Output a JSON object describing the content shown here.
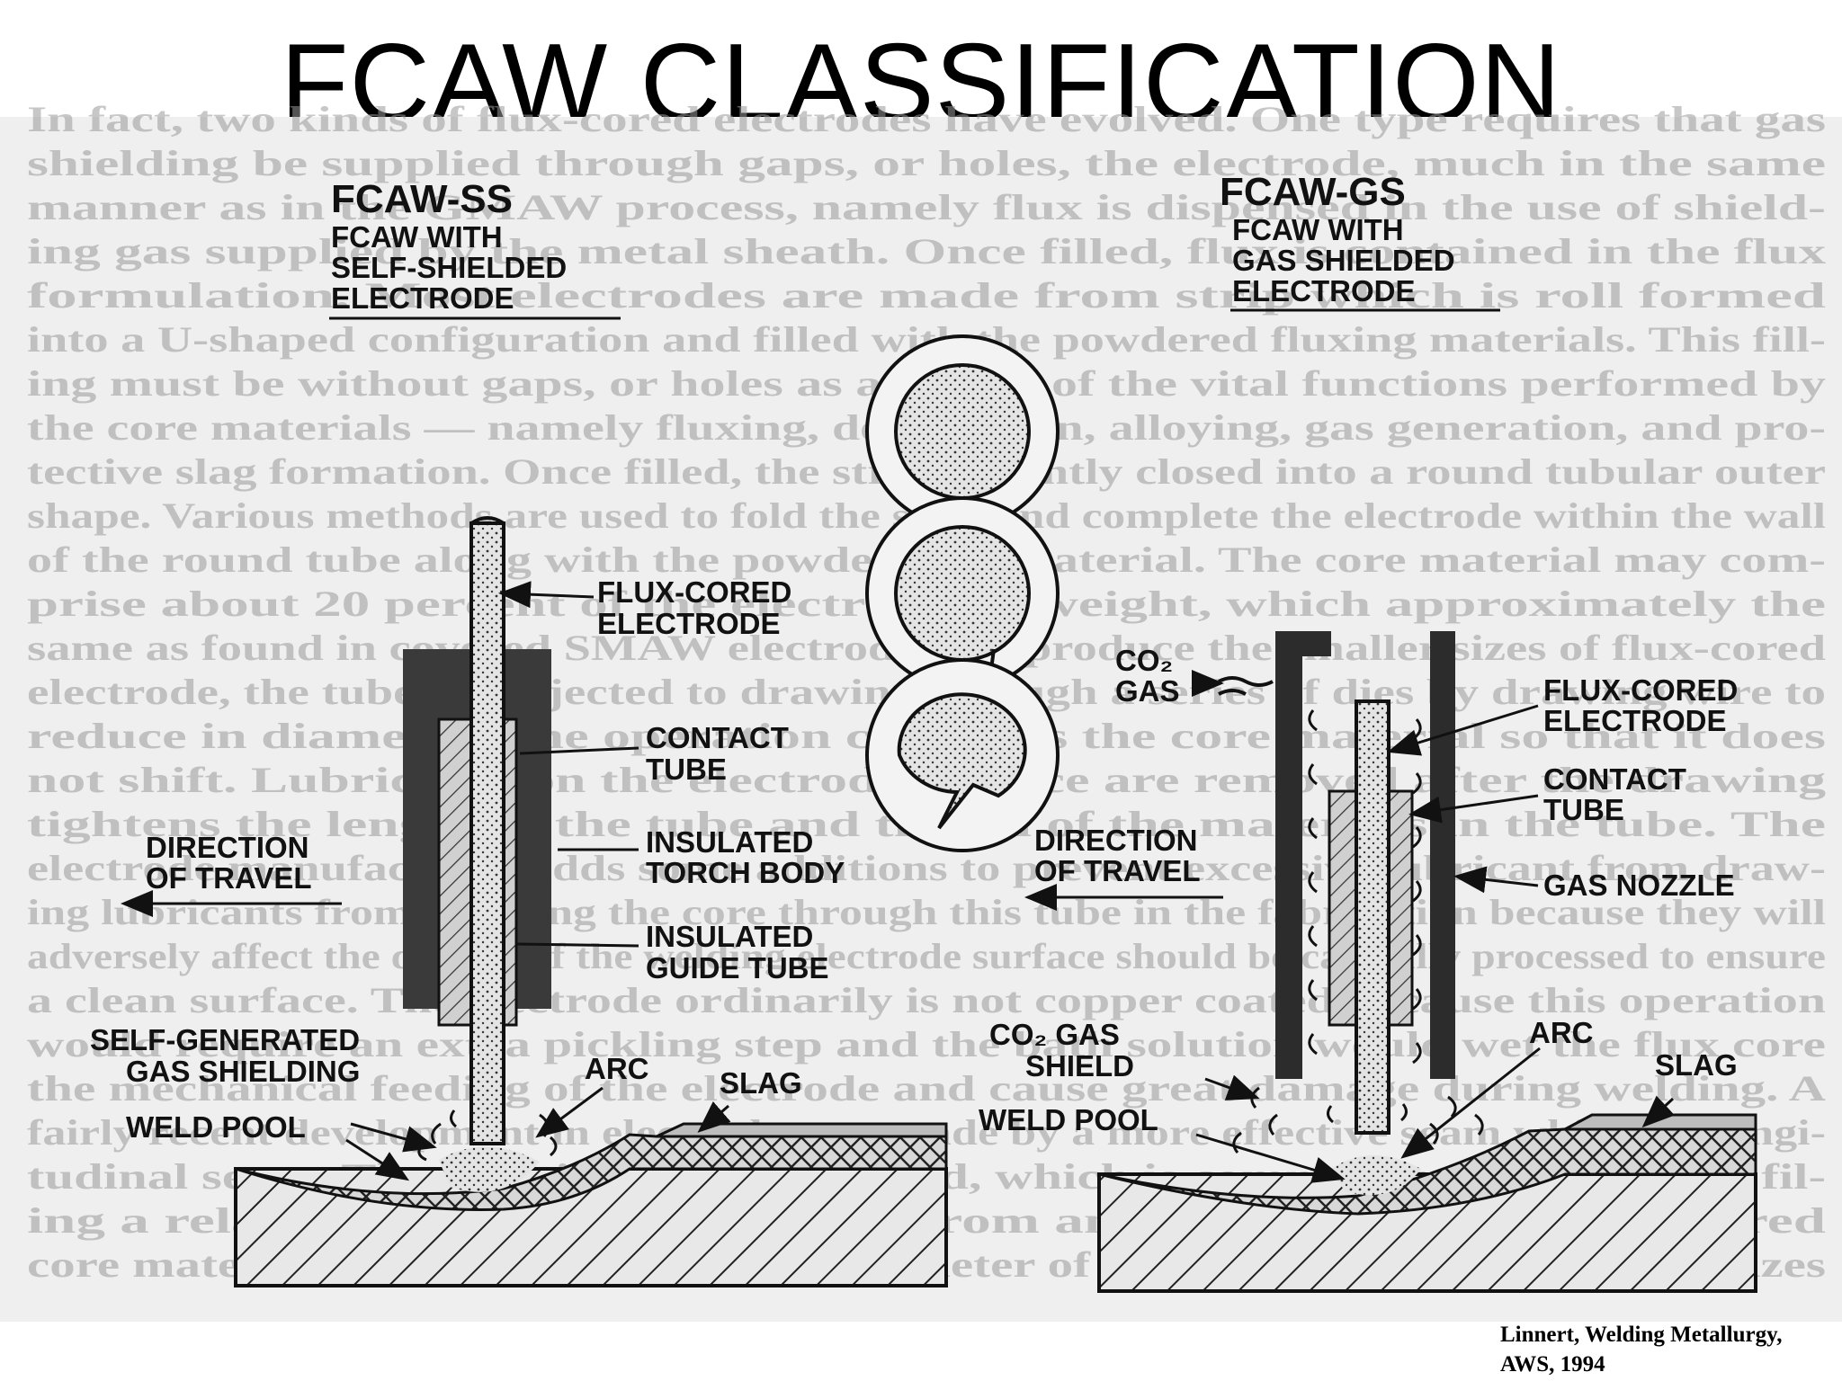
{
  "slide": {
    "title": "FCAW CLASSIFICATION",
    "citation_line1": "Linnert, Welding Metallurgy,",
    "citation_line2": "AWS, 1994"
  },
  "left": {
    "header": "FCAW-SS",
    "sub": [
      "FCAW WITH",
      "SELF-SHIELDED",
      "ELECTRODE"
    ],
    "labels": {
      "flux_cored_1": "FLUX-CORED",
      "flux_cored_2": "ELECTRODE",
      "contact_1": "CONTACT",
      "contact_2": "TUBE",
      "direction_1": "DIRECTION",
      "direction_2": "OF TRAVEL",
      "insulated_torch_1": "INSULATED",
      "insulated_torch_2": "TORCH BODY",
      "insulated_guide_1": "INSULATED",
      "insulated_guide_2": "GUIDE TUBE",
      "self_gen_1": "SELF-GENERATED",
      "self_gen_2": "GAS SHIELDING",
      "weld_pool": "WELD POOL",
      "arc": "ARC",
      "slag": "SLAG"
    }
  },
  "right": {
    "header": "FCAW-GS",
    "sub": [
      "FCAW WITH",
      "GAS SHIELDED",
      "ELECTRODE"
    ],
    "labels": {
      "co2_gas_1": "CO₂",
      "co2_gas_2": "GAS",
      "flux_cored_1": "FLUX-CORED",
      "flux_cored_2": "ELECTRODE",
      "contact_1": "CONTACT",
      "contact_2": "TUBE",
      "direction_1": "DIRECTION",
      "direction_2": "OF TRAVEL",
      "gas_nozzle": "GAS NOZZLE",
      "co2_shield_1": "CO₂ GAS",
      "co2_shield_2": "SHIELD",
      "weld_pool": "WELD POOL",
      "arc": "ARC",
      "slag": "SLAG"
    }
  },
  "background_text": [
    "In fact, two kinds of flux-cored electrodes have evolved. One type requires that gas",
    "shielding be supplied through gaps, or holes, the electrode, much in the same",
    "manner as in the GMAW process, namely flux is dispensed in the use of shield-",
    "ing gas supplied by the metal sheath. Once filled, flux is contained in the flux",
    "formulation. Most electrodes are made from strip which is roll formed",
    "into a U-shaped configuration and filled with the powdered fluxing materials. This fill-",
    "ing must be without gaps, or holes as are vital of the vital functions performed by",
    "the core materials — namely fluxing, deoxidation, alloying, gas generation, and pro-",
    "tective slag formation. Once filled, the strip is tightly closed into a round tubular outer",
    "shape. Various methods are used to fold the strip and complete the electrode within the wall",
    "of the round tube along with the powder core material. The core material may com-",
    "prise about 20 percent of the electrode by weight, which approximately the",
    "same as found in covered SMAW electrodes. To produce the smaller sizes of flux-cored",
    "electrode, the tube is subjected to drawing through a series of dies by drawing wire to",
    "reduce in diameter. The operation compacts the core material so that it does",
    "not shift. Lubricants on the electrode surface are removed after the drawing",
    "tightens the length of the tube and the fill of the materials in the tube. The",
    "electrode manufacturer adds some additions to prevent excessive lubricant from draw-",
    "ing lubricants from reaching the core through this tube in the fabrication because they will",
    "adversely affect the quality of the welding electrode surface should be carefully processed to ensure",
    "a clean surface. The electrode ordinarily is not copper coated because this operation",
    "would require an extra pickling step and the bath solution would wet the flux core",
    "the mechanical feeding of the electrode and cause great damage during welding. A",
    "fairly recent development in electrodes are made by a more effective seam which fill longi-",
    "tudinal seam. The tube is closed by a weld, which is commonly performed by fil-",
    "ing a relatively large diameter tube from an open tube with the required",
    "core materials and then reducing the diameter of the filled tube to the smaller sizes"
  ]
}
